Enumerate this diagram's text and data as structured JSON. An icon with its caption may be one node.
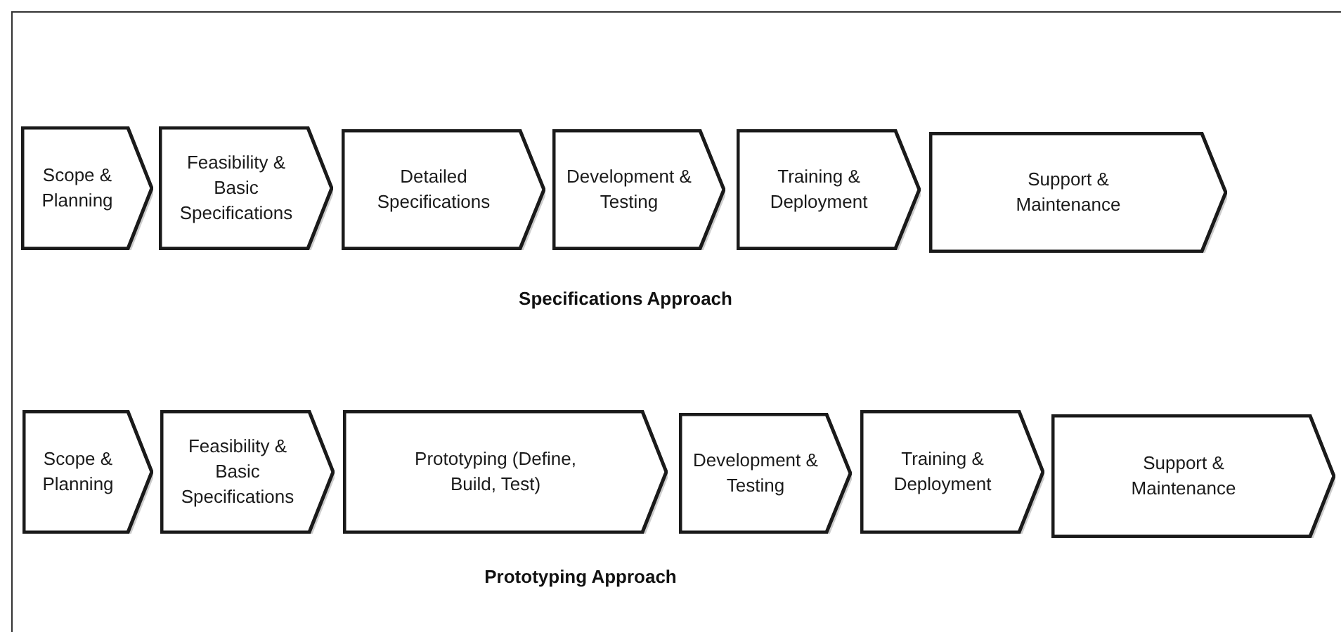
{
  "diagram": {
    "nodes": [
      {
        "text": [
          "Scope & Planning"
        ]
      },
      {
        "text": [
          "Feasibility & Basic Specifications"
        ]
      },
      {
        "text": [
          "Detailed Specifications"
        ]
      },
      {
        "text": [
          "Development & Testing"
        ]
      },
      {
        "text": [
          "Training & Deployment"
        ]
      },
      {
        "text": [
          "Support & Maintenance"
        ]
      },
      {
        "text": [
          "Scope & Planning"
        ]
      },
      {
        "text": [
          "Feasibility & Basic Specifications"
        ]
      },
      {
        "text": [
          "Prototyping (Define, Build, Test)"
        ]
      },
      {
        "text": [
          "Development & Testing"
        ]
      },
      {
        "text": [
          "Training & Deployment"
        ]
      },
      {
        "text": [
          "Support & Maintenance"
        ]
      }
    ],
    "labels": [
      "Specifications Approach",
      "Prototyping Approach"
    ]
  }
}
